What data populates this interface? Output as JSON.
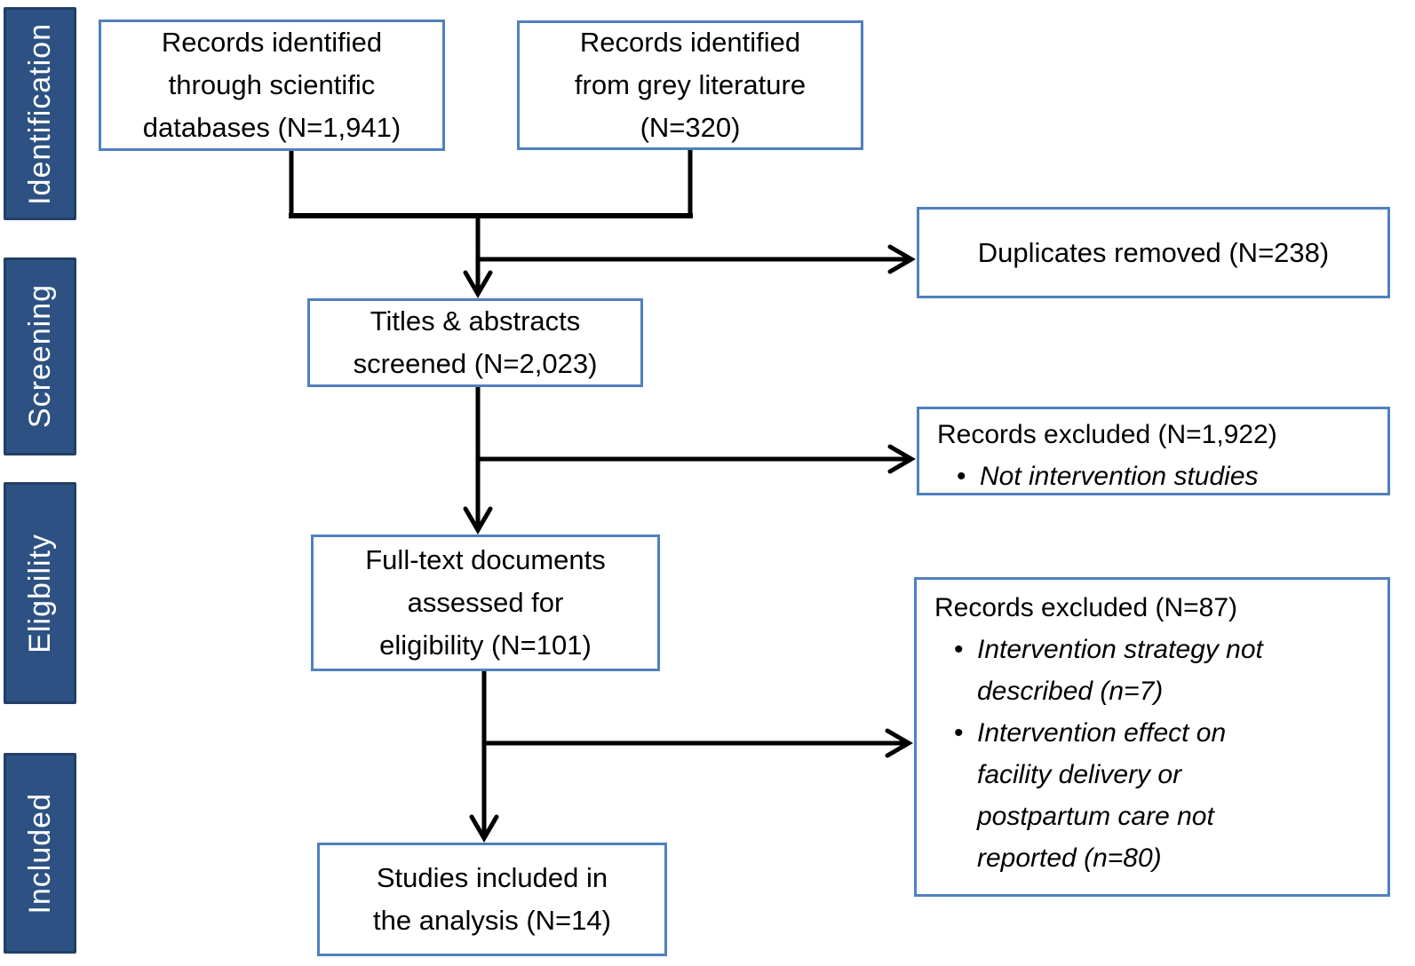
{
  "diagram": {
    "title_hint": "PRISMA-style study selection flow diagram",
    "stages": [
      {
        "label": "Identification"
      },
      {
        "label": "Screening"
      },
      {
        "label": "Eligbility"
      },
      {
        "label": "Included"
      }
    ],
    "flow_boxes": {
      "records_databases": {
        "text": "Records identified\nthrough scientific\ndatabases (N=1,941)",
        "n": 1941
      },
      "records_grey": {
        "text": "Records identified\nfrom grey literature\n(N=320)",
        "n": 320
      },
      "titles_screened": {
        "text": "Titles & abstracts\nscreened (N=2,023)",
        "n": 2023
      },
      "fulltext_assessed": {
        "text": "Full-text documents\nassessed  for\neligibility (N=101)",
        "n": 101
      },
      "studies_included": {
        "text": "Studies included in\nthe analysis (N=14)",
        "n": 14
      }
    },
    "side_boxes": {
      "duplicates": {
        "text": "Duplicates removed (N=238)",
        "n": 238
      },
      "excluded_screening": {
        "title": "Records excluded (N=1,922)",
        "n": 1922,
        "bullet_char": "•",
        "bullets": [
          "Not intervention studies"
        ]
      },
      "excluded_eligibility": {
        "title": "Records excluded (N=87)",
        "n": 87,
        "bullet_char": "•",
        "bullets": [
          "Intervention strategy not\ndescribed  (n=7)",
          "Intervention effect on\nfacility delivery or\npostpartum care  not\nreported (n=80)"
        ]
      }
    },
    "colors": {
      "stage_fill": "#2d5183",
      "stage_border": "#223f66",
      "stage_text": "#ffffff",
      "box_border": "#4f81bd",
      "box_fill": "#ffffff",
      "text": "#000000",
      "connector": "#000000"
    }
  }
}
